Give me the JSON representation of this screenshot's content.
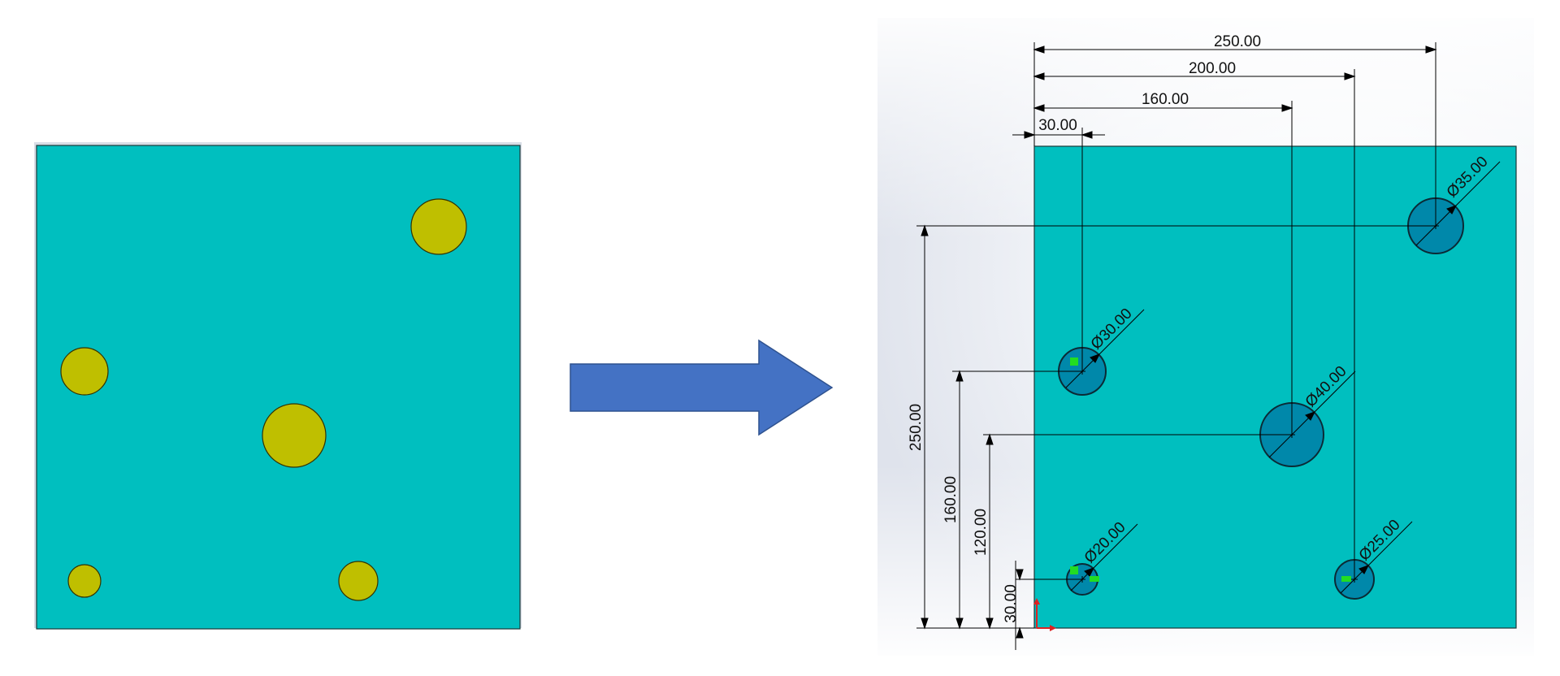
{
  "colors": {
    "plate": "#00BFBF",
    "plate_edge": "#1a3a3a",
    "hole_left": "#BFBF00",
    "hole_right": "#0088AA",
    "arrow": "#4472C4",
    "dimension_line": "#000000",
    "origin_x_axis": "#DD2222",
    "origin_y_axis": "#DD2222",
    "constraint_marker": "#22DD22"
  },
  "icons": {
    "transform_arrow": "right-arrow-icon",
    "origin": "origin-axes-icon",
    "constraint": "coincident-constraint-icon"
  },
  "left_part": {
    "holes": [
      "hole-35",
      "hole-30",
      "hole-40",
      "hole-20",
      "hole-25"
    ]
  },
  "sketch": {
    "horizontal_dimensions": {
      "h_250": "250.00",
      "h_200": "200.00",
      "h_160": "160.00",
      "h_30": "30.00"
    },
    "vertical_dimensions": {
      "v_250": "250.00",
      "v_160": "160.00",
      "v_120": "120.00",
      "v_30": "30.00"
    },
    "diameter_labels": {
      "d_35": "Ø35.00",
      "d_30": "Ø30.00",
      "d_40": "Ø40.00",
      "d_20": "Ø20.00",
      "d_25": "Ø25.00"
    }
  }
}
